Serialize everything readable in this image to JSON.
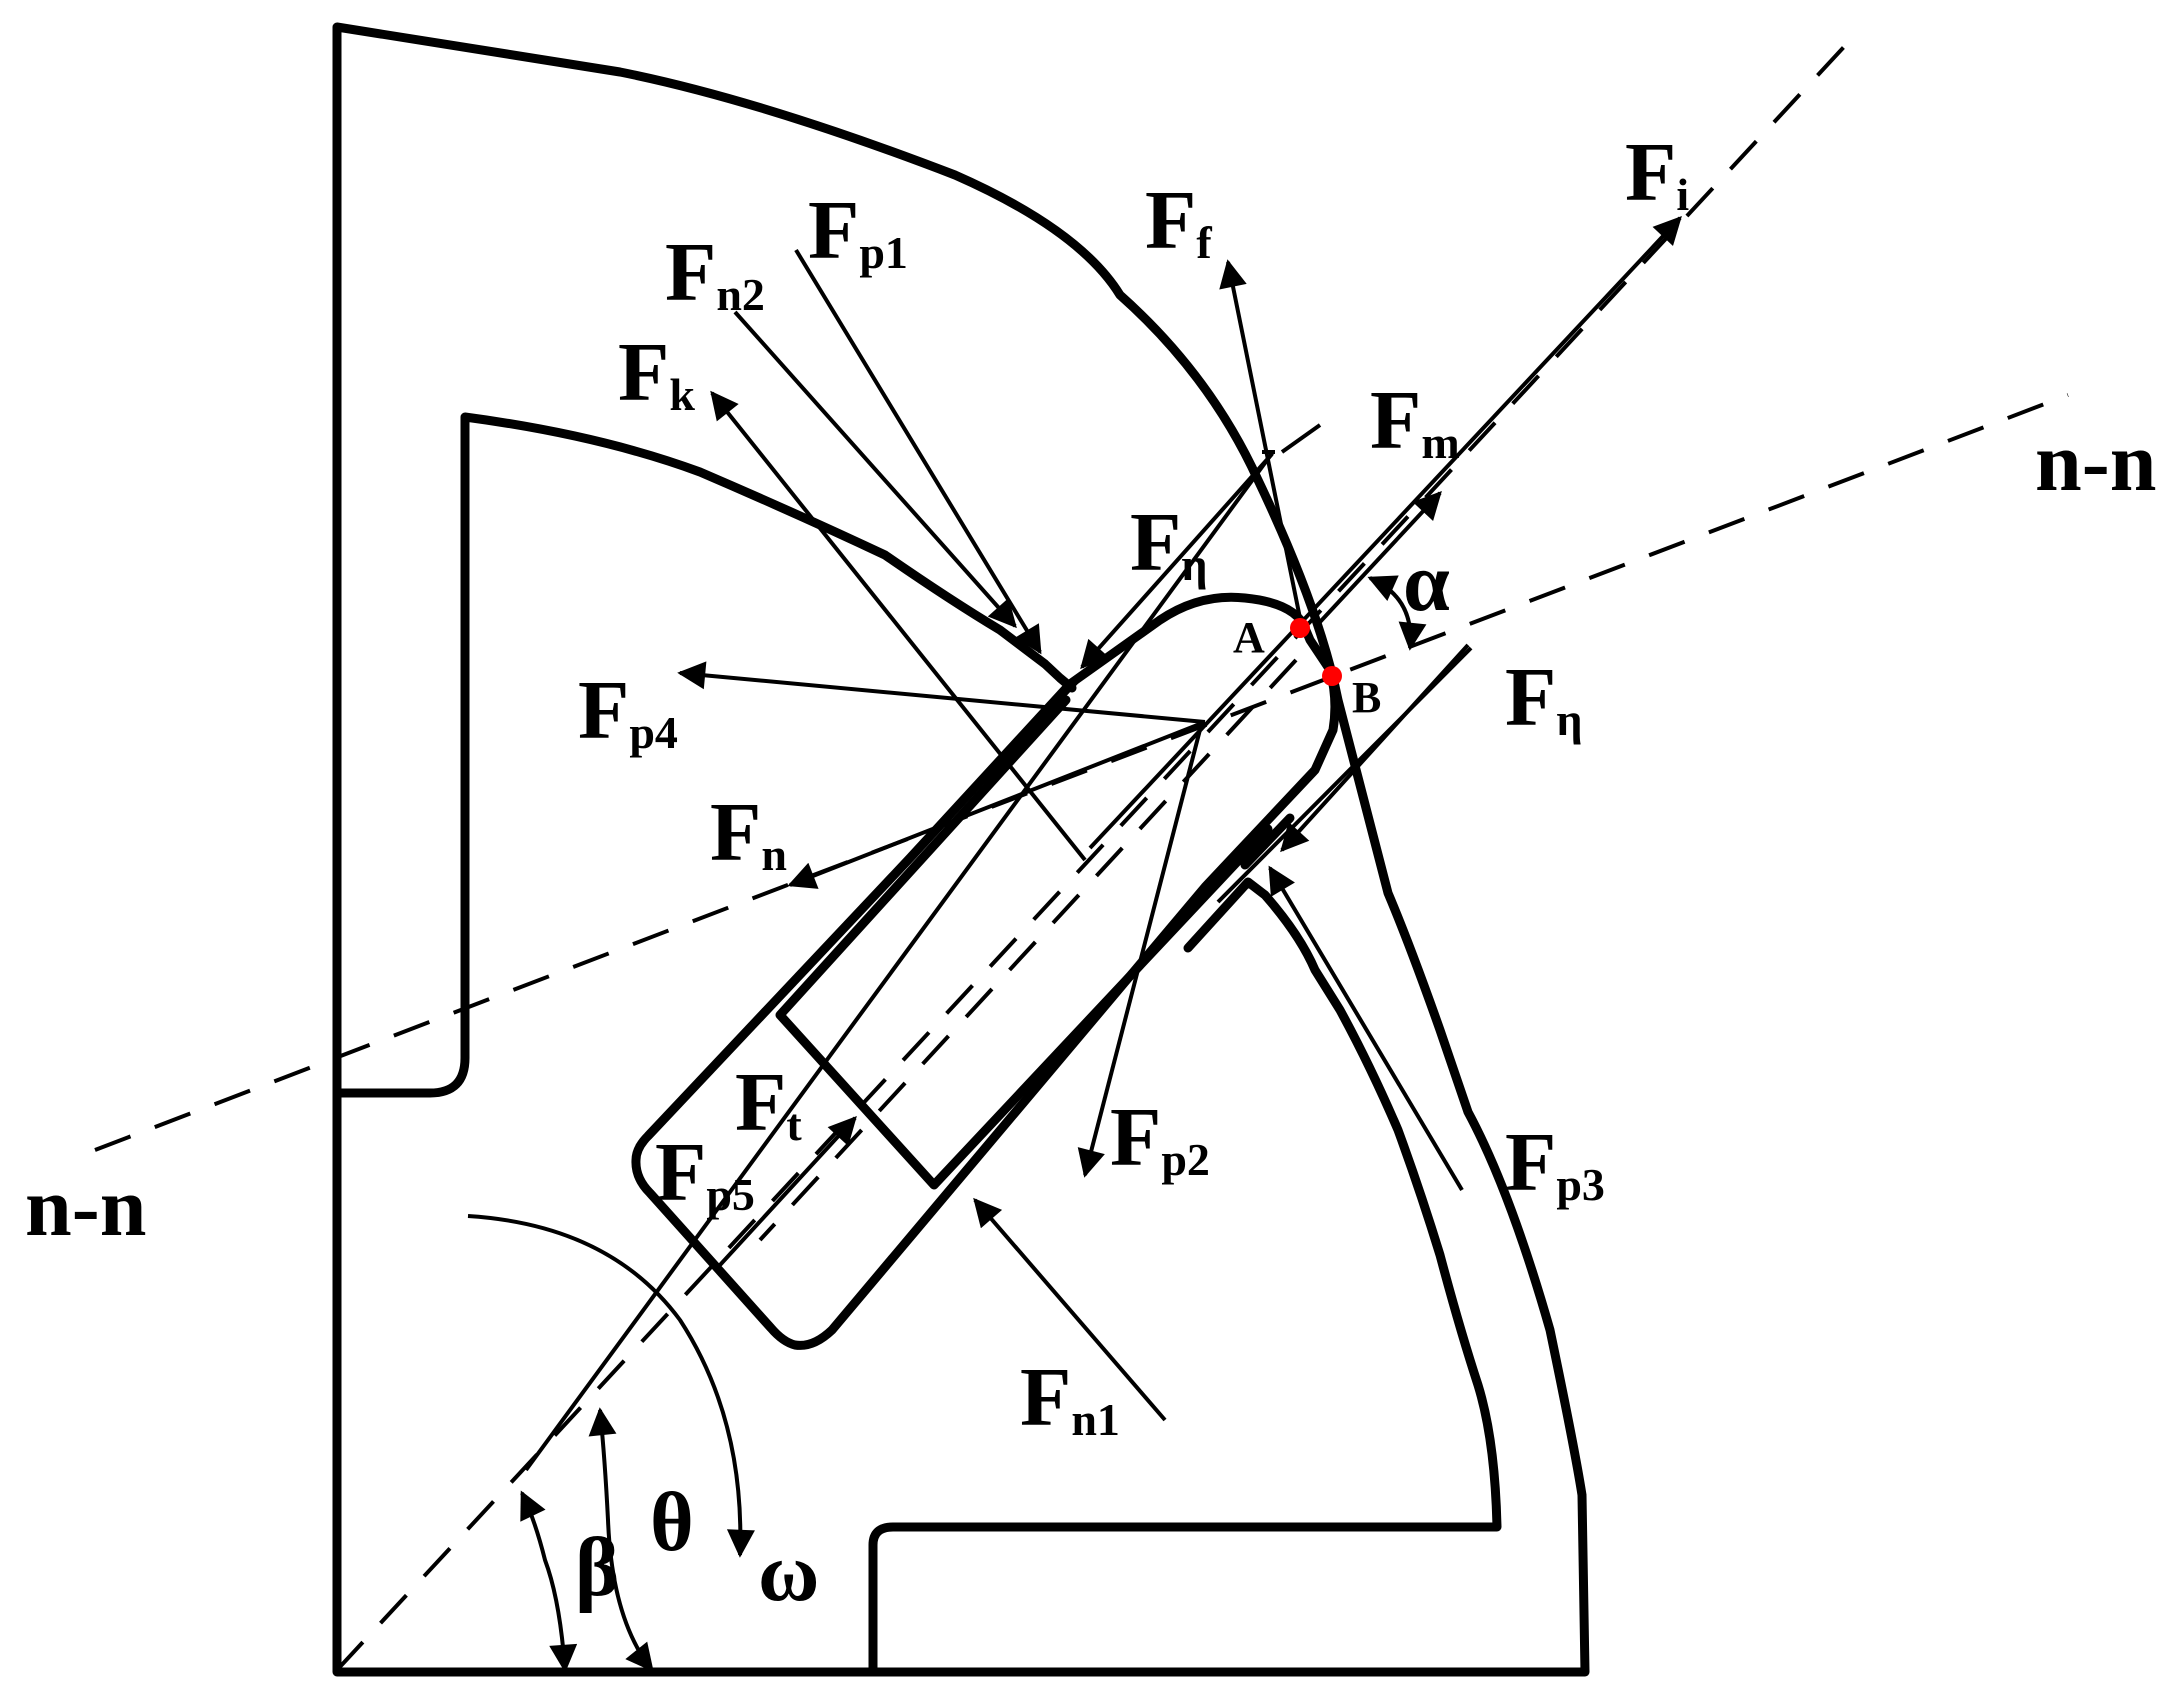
{
  "labels": {
    "nn_right": "n-n",
    "nn_left": "n-n",
    "fi": {
      "main": "F",
      "sub": "i"
    },
    "ff": {
      "main": "F",
      "sub": "f"
    },
    "fp1": {
      "main": "F",
      "sub": "p1"
    },
    "fn2": {
      "main": "F",
      "sub": "n2"
    },
    "fk": {
      "main": "F",
      "sub": "k"
    },
    "fm": {
      "main": "F",
      "sub": "m"
    },
    "feta_top": {
      "main": "F",
      "sub": "η"
    },
    "feta_right": {
      "main": "F",
      "sub": "η"
    },
    "fp4": {
      "main": "F",
      "sub": "p4"
    },
    "fn": {
      "main": "F",
      "sub": "n"
    },
    "ft": {
      "main": "F",
      "sub": "t"
    },
    "fp5": {
      "main": "F",
      "sub": "p5"
    },
    "fp2": {
      "main": "F",
      "sub": "p2"
    },
    "fp3": {
      "main": "F",
      "sub": "p3"
    },
    "fn1": {
      "main": "F",
      "sub": "n1"
    },
    "alpha": "α",
    "beta": "β",
    "theta": "θ",
    "omega": "ω",
    "point_a": "A",
    "point_b": "B"
  },
  "colors": {
    "stroke": "#000000",
    "contact_point": "#ff0000",
    "background": "#ffffff"
  }
}
